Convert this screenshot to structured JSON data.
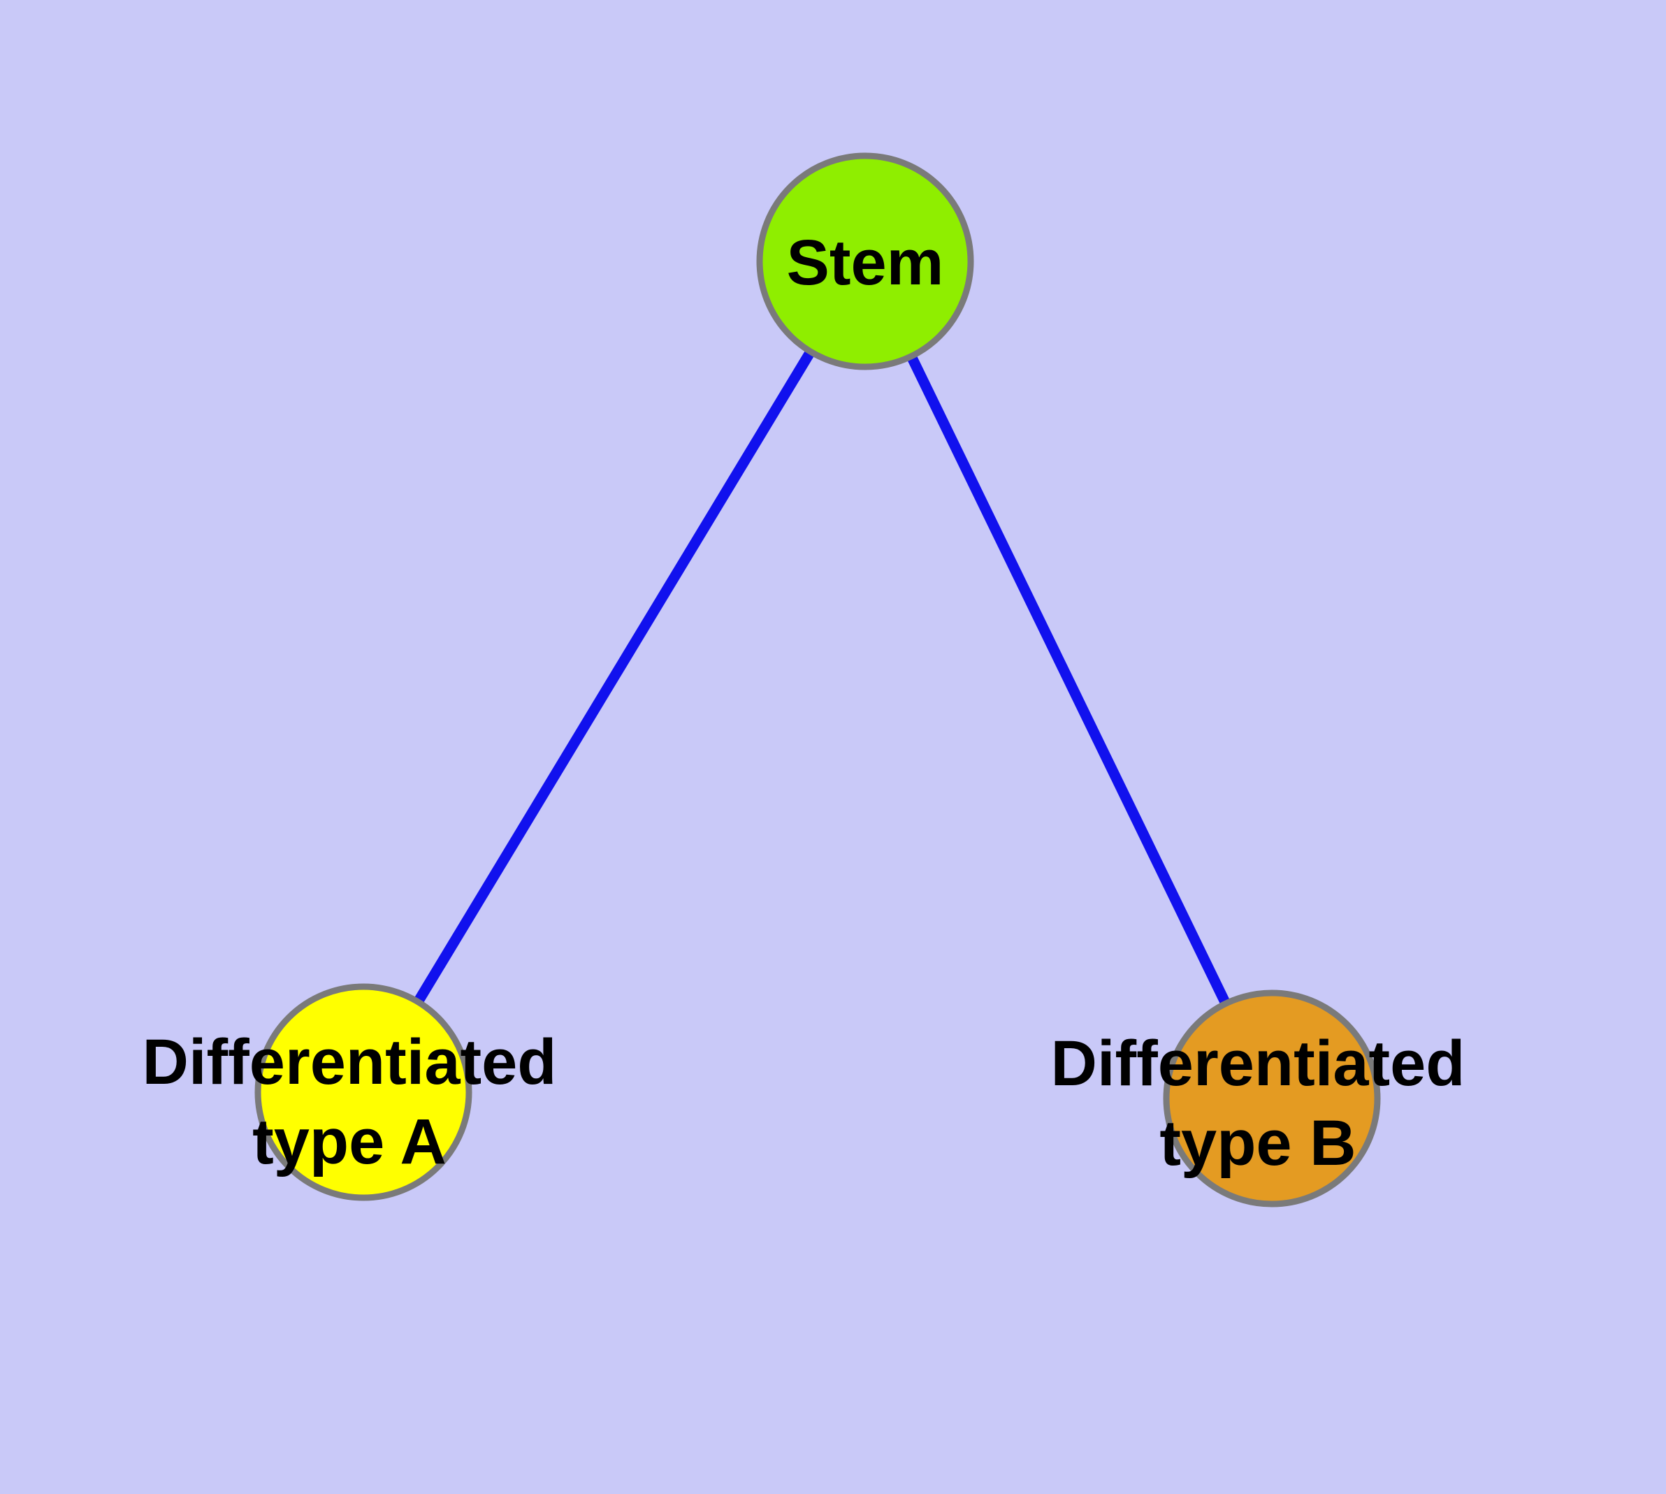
{
  "diagram": {
    "background_color": "#C9C9F8",
    "edge_color": "#1111EE",
    "node_border_color": "#7A7A7A",
    "label_color": "#000000",
    "nodes": [
      {
        "id": "stem",
        "label": "Stem",
        "fill": "#8FEE00"
      },
      {
        "id": "differentiated-type-a",
        "label_line1": "Differentiated",
        "label_line2": "type A",
        "fill": "#FFFF00"
      },
      {
        "id": "differentiated-type-b",
        "label_line1": "Differentiated",
        "label_line2": "type B",
        "fill": "#E49B22"
      }
    ],
    "edges": [
      {
        "from": "stem",
        "to": "differentiated-type-a"
      },
      {
        "from": "stem",
        "to": "differentiated-type-b"
      }
    ]
  }
}
